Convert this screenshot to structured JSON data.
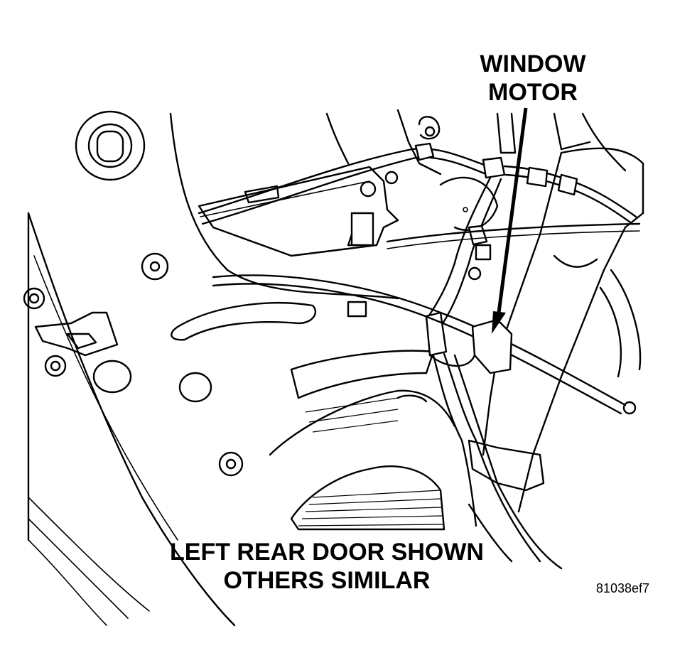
{
  "callouts": {
    "window_motor_line1": "WINDOW",
    "window_motor_line2": "MOTOR"
  },
  "caption": {
    "line1": "LEFT REAR DOOR SHOWN",
    "line2": "OTHERS SIMILAR"
  },
  "figure_id": "81038ef7",
  "colors": {
    "ink": "#000000",
    "paper": "#ffffff"
  }
}
